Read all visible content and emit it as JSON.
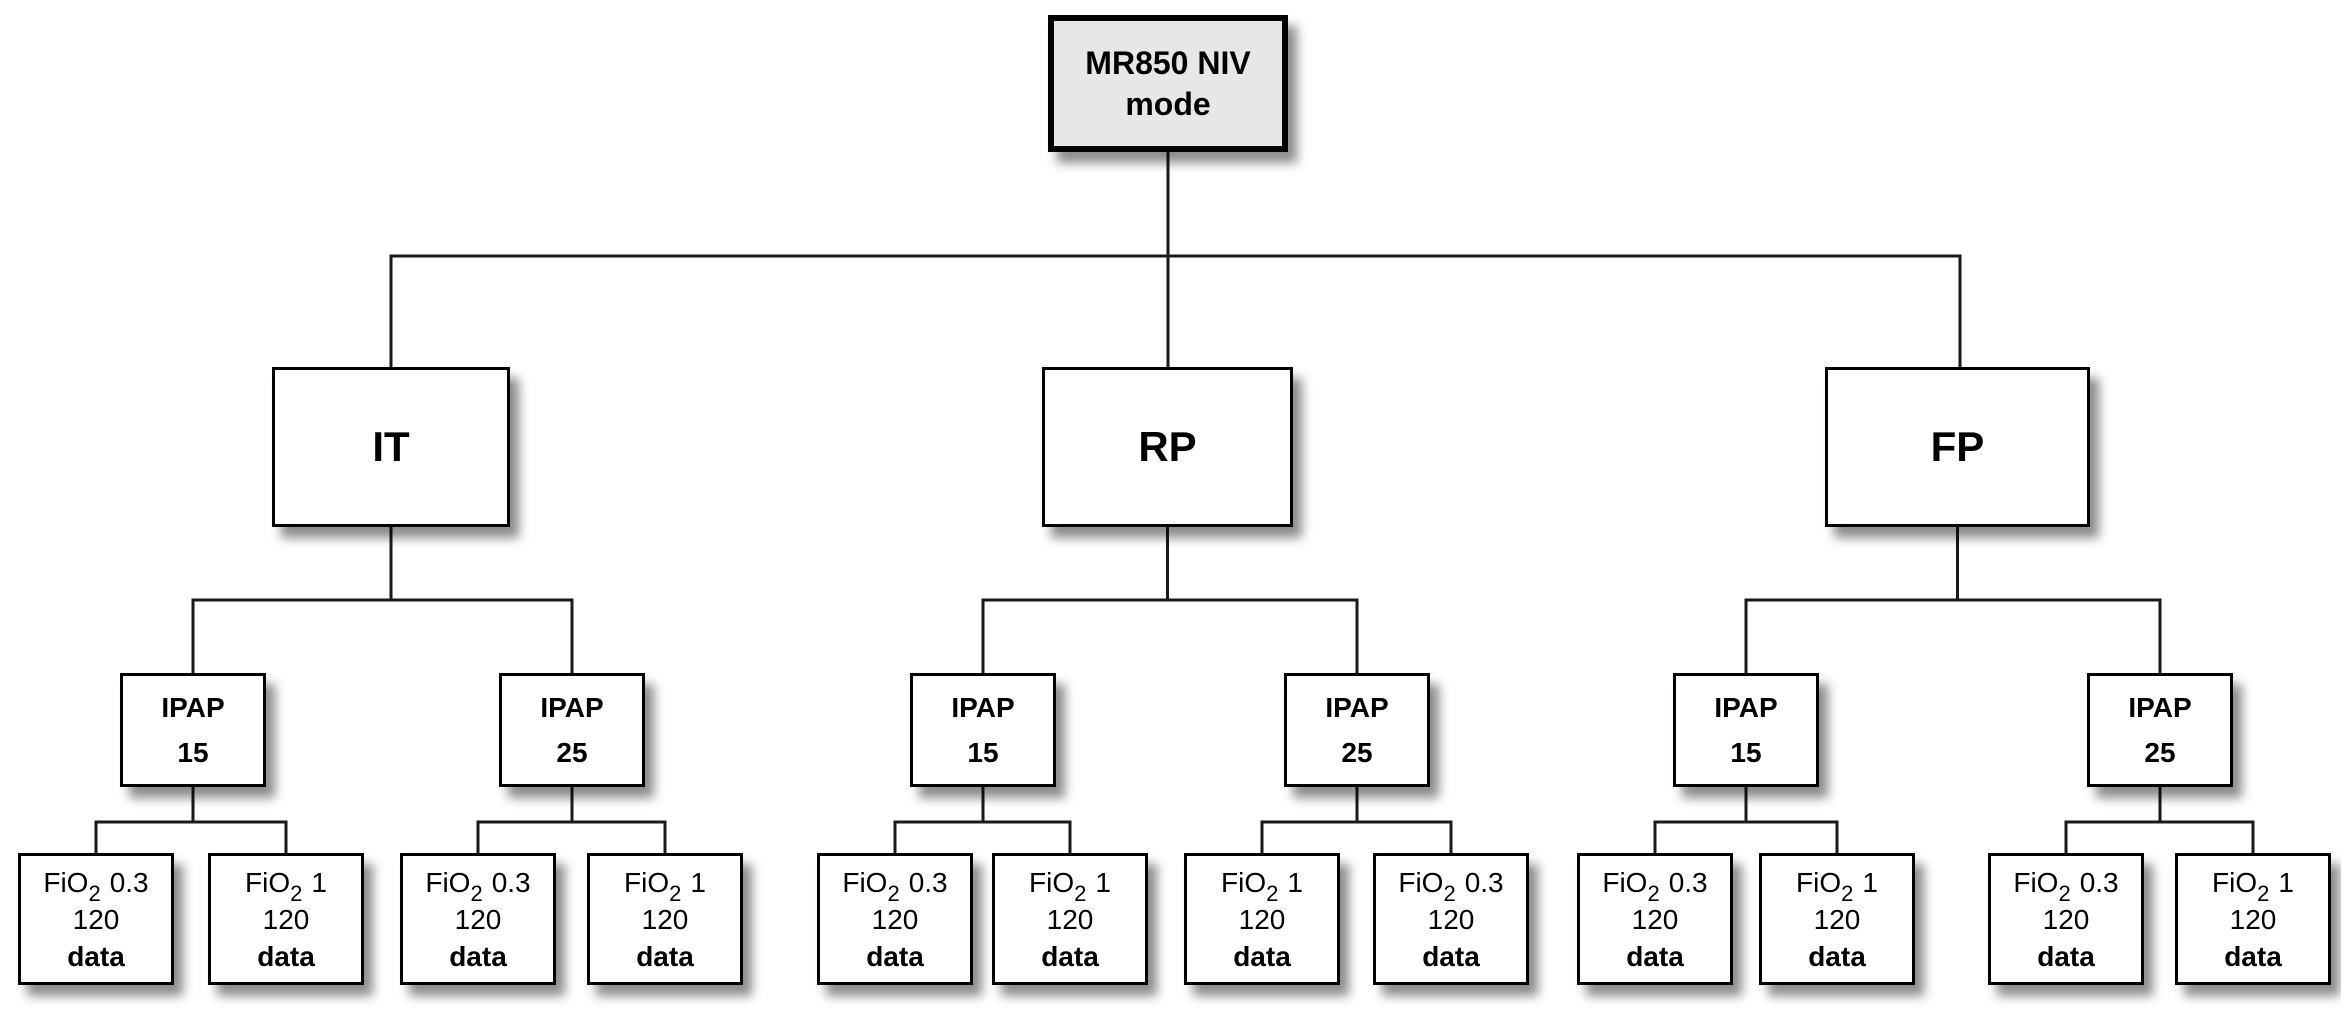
{
  "colors": {
    "root_fill": "#e7e7e7",
    "node_fill": "#ffffff",
    "border": "#000000",
    "connector": "#1a1a1a"
  },
  "root": {
    "line1": "MR850 NIV",
    "line2": "mode"
  },
  "branches": [
    {
      "label": "IT",
      "ipap_nodes": [
        {
          "title": "IPAP",
          "value": "15",
          "leaves": [
            {
              "gas": "FiO",
              "sub": "2",
              "value": "0.3",
              "count": "120",
              "word": "data"
            },
            {
              "gas": "FiO",
              "sub": "2",
              "value": "1",
              "count": "120",
              "word": "data"
            }
          ]
        },
        {
          "title": "IPAP",
          "value": "25",
          "leaves": [
            {
              "gas": "FiO",
              "sub": "2",
              "value": "0.3",
              "count": "120",
              "word": "data"
            },
            {
              "gas": "FiO",
              "sub": "2",
              "value": "1",
              "count": "120",
              "word": "data"
            }
          ]
        }
      ]
    },
    {
      "label": "RP",
      "ipap_nodes": [
        {
          "title": "IPAP",
          "value": "15",
          "leaves": [
            {
              "gas": "FiO",
              "sub": "2",
              "value": "0.3",
              "count": "120",
              "word": "data"
            },
            {
              "gas": "FiO",
              "sub": "2",
              "value": "1",
              "count": "120",
              "word": "data"
            }
          ]
        },
        {
          "title": "IPAP",
          "value": "25",
          "leaves": [
            {
              "gas": "FiO",
              "sub": "2",
              "value": "1",
              "count": "120",
              "word": "data"
            },
            {
              "gas": "FiO",
              "sub": "2",
              "value": "0.3",
              "count": "120",
              "word": "data"
            }
          ]
        }
      ]
    },
    {
      "label": "FP",
      "ipap_nodes": [
        {
          "title": "IPAP",
          "value": "15",
          "leaves": [
            {
              "gas": "FiO",
              "sub": "2",
              "value": "0.3",
              "count": "120",
              "word": "data"
            },
            {
              "gas": "FiO",
              "sub": "2",
              "value": "1",
              "count": "120",
              "word": "data"
            }
          ]
        },
        {
          "title": "IPAP",
          "value": "25",
          "leaves": [
            {
              "gas": "FiO",
              "sub": "2",
              "value": "0.3",
              "count": "120",
              "word": "data"
            },
            {
              "gas": "FiO",
              "sub": "2",
              "value": "1",
              "count": "120",
              "word": "data"
            }
          ]
        }
      ]
    }
  ]
}
